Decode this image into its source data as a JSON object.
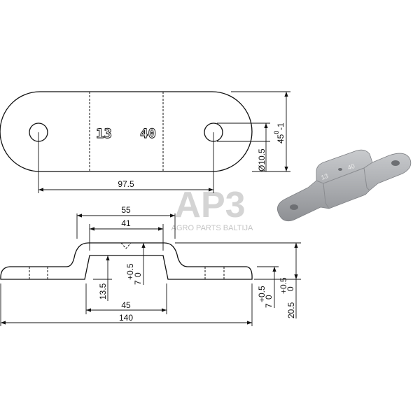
{
  "watermark": {
    "logo": "AP3",
    "subtitle": "AGRO PARTS BALTIJA"
  },
  "top_view": {
    "marking_left": "13",
    "marking_right": "40",
    "dim_hole_spacing": "97.5",
    "dim_hole_diameter": "Ø10.5",
    "dim_width": "45",
    "dim_width_tol_upper": "0",
    "dim_width_tol_lower": "-1"
  },
  "side_view": {
    "dim_outer_top": "55",
    "dim_inner_top": "41",
    "dim_bridge_base": "45",
    "dim_total_length": "140",
    "dim_inner_height": "13.5",
    "dim_plate_thickness": "7",
    "dim_plate_thickness_tol": "+0.5",
    "dim_plate_thickness_tol_lower": "0",
    "dim_flange_thickness": "7",
    "dim_flange_thickness_tol": "+0.5",
    "dim_flange_thickness_tol_lower": "0",
    "dim_total_height": "20.5",
    "dim_total_height_tol": "+0.5",
    "dim_total_height_tol_lower": "0"
  },
  "render_3d": {
    "marking_left": "13",
    "marking_right": "40",
    "color": "#a9abae"
  }
}
